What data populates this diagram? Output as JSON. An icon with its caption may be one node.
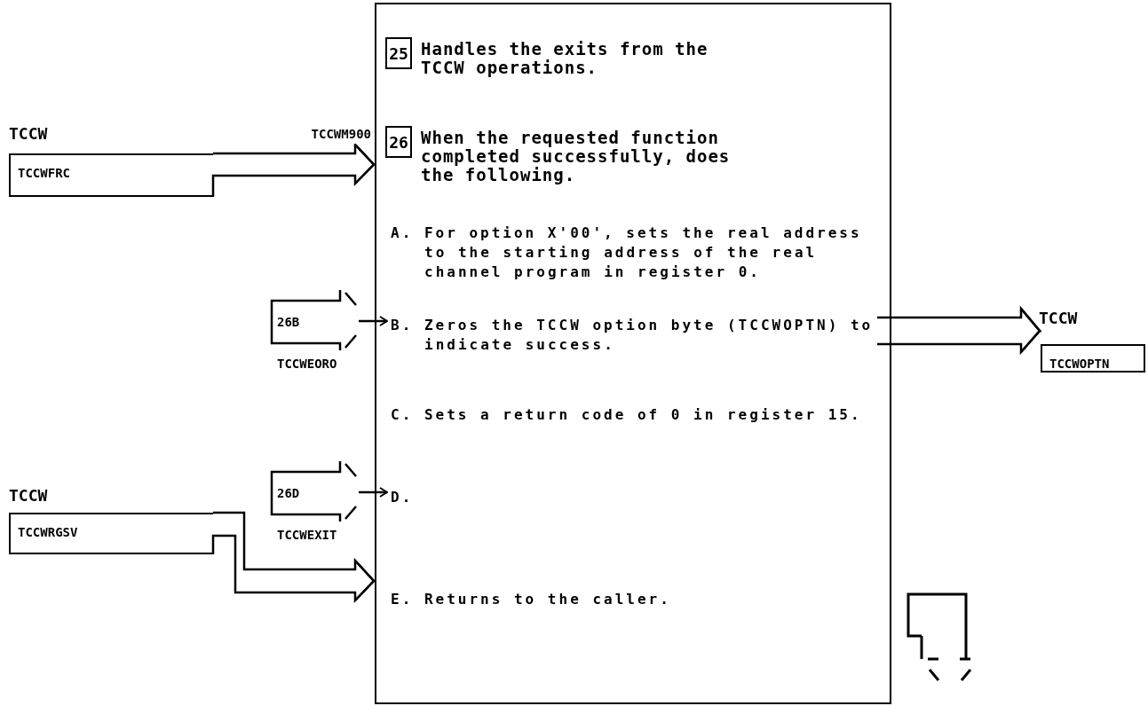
{
  "diagram": {
    "nodes": [
      {
        "text": [
          "TCCW",
          "TCCWFRC"
        ]
      },
      {
        "text": [],
        "shape": "box"
      },
      {
        "text": [
          "25"
        ],
        "in": 1,
        "beside": [
          "Handles the exits from the TCCW operations."
        ]
      },
      {
        "text": [
          "26"
        ],
        "in": 1,
        "beside": [
          "When the requested function completed successfully, does the following."
        ]
      },
      {
        "text": [
          "26B"
        ],
        "beside": [
          "TCCWEORO"
        ]
      },
      {
        "text": [
          "B. Zeros the TCCW option byte (TCCWOPTN) to indicate success."
        ],
        "in": 1
      },
      {
        "text": [
          "TCCW",
          "TCCWOPTN"
        ]
      },
      {
        "text": [
          "26D"
        ],
        "beside": [
          "TCCWEXIT"
        ]
      },
      {
        "text": [
          "D."
        ],
        "in": 1
      },
      {
        "text": [
          "TCCW",
          "TCCWRGSV"
        ]
      }
    ],
    "edges": [
      {
        "from": 0,
        "to": 1,
        "arrow": "to",
        "label": "TCCWM900"
      },
      {
        "from": 4,
        "to": 5,
        "arrow": "to"
      },
      {
        "from": 5,
        "to": 6,
        "arrow": "to"
      },
      {
        "from": 7,
        "to": 8,
        "arrow": "to"
      },
      {
        "from": 9,
        "to": 1,
        "arrow": "to"
      }
    ],
    "labels": [
      "A. For option X'00', sets the real address to the starting address of the real channel program in register 0.",
      "C. Sets a return code of 0 in register 15.",
      "E. Returns to the caller."
    ]
  }
}
